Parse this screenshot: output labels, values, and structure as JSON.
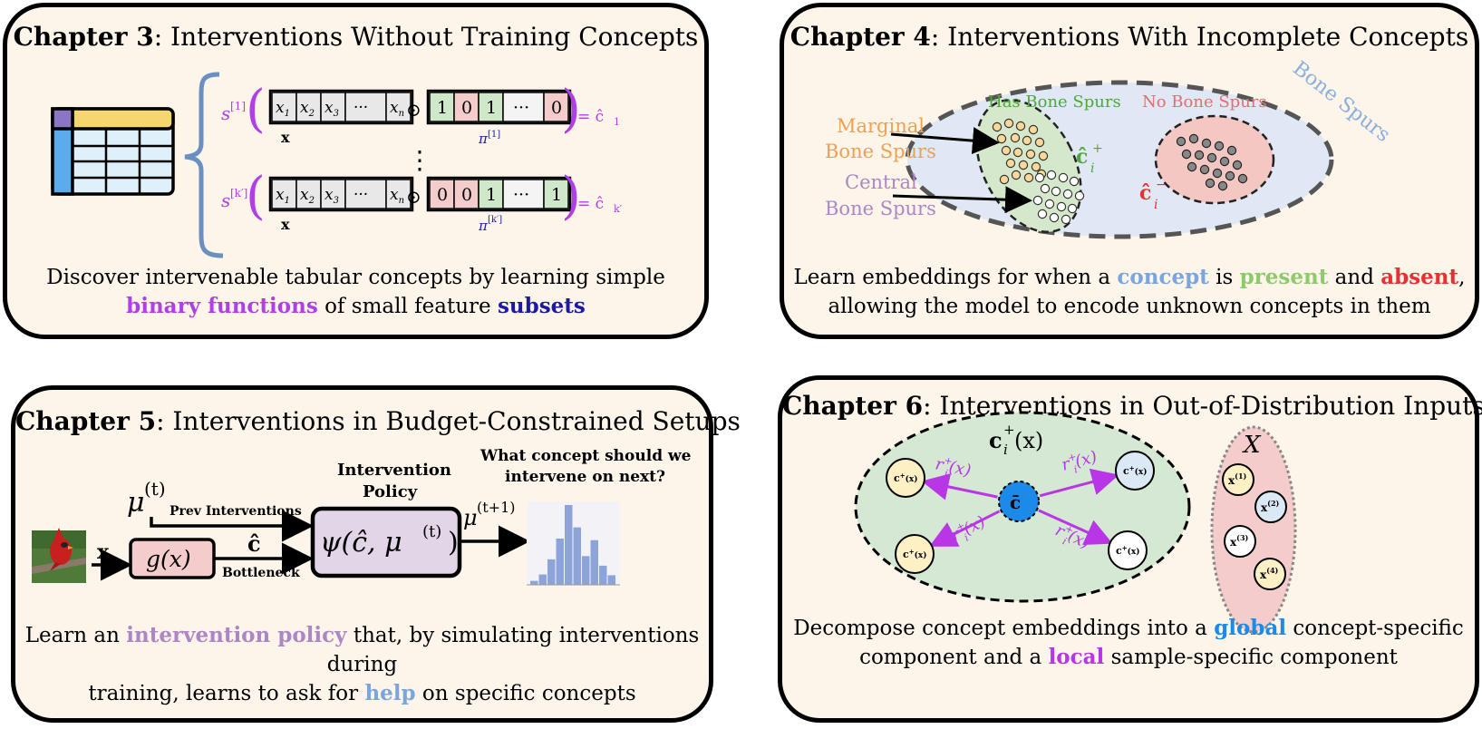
{
  "ch3": {
    "title_bold": "Chapter 3",
    "title_rest": ": Interventions Without Training Concepts",
    "s1": "s",
    "s1_sup": "[1]",
    "sk": "s",
    "sk_sup": "[k′]",
    "features": [
      "x",
      "x",
      "x",
      "···",
      "x"
    ],
    "feature_subs": [
      "1",
      "2",
      "3",
      "",
      "n"
    ],
    "mask1": [
      "1",
      "0",
      "1",
      "···",
      "0"
    ],
    "mask2": [
      "0",
      "0",
      "1",
      "···",
      "1"
    ],
    "x_label": "x",
    "odot": "⊙",
    "pi": "π",
    "pi1_sup": "[1]",
    "pik_sup": "[k′]",
    "out1": "= ĉ",
    "out1_sub": "1",
    "outk": "= ĉ",
    "outk_sub": "k′",
    "vdots": "⋮",
    "cap_line1": "Discover intervenable tabular concepts by learning  simple",
    "cap_hl1": "binary functions",
    "cap_mid": " of small feature ",
    "cap_hl2": "subsets",
    "colors": {
      "table_header": "#f5d76e",
      "table_side": "#5bace8",
      "table_corner": "#8a76c4",
      "table_body": "#dff0fb",
      "purple": "#b040e6",
      "navy": "#1a1aa6",
      "green_cell": "#cfe8c9",
      "red_cell": "#f4cccc"
    }
  },
  "ch4": {
    "title_bold": "Chapter 4",
    "title_rest": ": Interventions With Incomplete Concepts",
    "has_label": "Has Bone Spurs",
    "no_label": "No Bone Spurs",
    "bone_spurs": "Bone Spurs",
    "marginal": [
      "Marginal",
      "Bone Spurs"
    ],
    "central": [
      "Central",
      "Bone Spurs"
    ],
    "c_plus": "ĉ",
    "c_plus_sup": "+",
    "c_plus_sub": "i",
    "c_minus": "ĉ",
    "c_minus_sup": "−",
    "c_minus_sub": "i",
    "cap_a": "Learn embeddings for when a ",
    "cap_concept": "concept",
    "cap_b": " is ",
    "cap_present": "present",
    "cap_c": " and ",
    "cap_absent": "absent",
    "cap_d": ",",
    "cap_line2": "allowing the model to encode unknown concepts in them",
    "colors": {
      "outer": "#dfe8f4",
      "pos": "#d5e8cc",
      "neg": "#f4c7c3",
      "orange": "#f0a050",
      "lavender": "#ad86c6",
      "green_text": "#4fa83a",
      "pink_text": "#e26f6f",
      "sky": "#8ab0dd"
    }
  },
  "ch5": {
    "title_bold": "Chapter 5",
    "title_rest": ": Interventions in Budget-Constrained Setups",
    "mu": "μ",
    "mu_sup": "(t)",
    "prev": "Prev Interventions",
    "x": "x",
    "g": "g(x)",
    "c_hat": "ĉ",
    "bottleneck": "Bottleneck",
    "policy_title": [
      "Intervention",
      "Policy"
    ],
    "psi": "ψ(ĉ, μ",
    "psi_sup": "(t)",
    "psi_end": ")",
    "mu_next": "μ",
    "mu_next_sup": "(t+1)",
    "question": [
      "What concept should we",
      "intervene on next?"
    ],
    "bars": [
      0.05,
      0.13,
      0.32,
      0.58,
      1.0,
      0.72,
      0.36,
      0.56,
      0.24,
      0.12
    ],
    "cap_a": "Learn an ",
    "cap_hl1": "intervention policy",
    "cap_b": " that, by simulating interventions during",
    "cap_c": "training, learns to ask for ",
    "cap_hl2": "help",
    "cap_d": " on specific concepts",
    "colors": {
      "g_box": "#f4cccc",
      "psi_box": "#e1d5e7",
      "bars": "#8da4d8",
      "bird_red": "#c8201e"
    }
  },
  "ch6": {
    "title_bold": "Chapter 6",
    "title_rest": ": Interventions in Out-of-Distribution Inputs",
    "big_label": "c",
    "big_sup": "+",
    "big_sub": "i",
    "big_arg": "(x)",
    "center": "c̄",
    "r": "r",
    "r_arg": "(x)",
    "X": "X",
    "x_nodes": [
      "x",
      "x",
      "x",
      "x"
    ],
    "x_sups": [
      "(1)",
      "(2)",
      "(3)",
      "(4)"
    ],
    "node_label": "c",
    "cap_a": "Decompose concept embeddings into a ",
    "cap_global": "global",
    "cap_b": " concept-specific",
    "cap_c": "component and a ",
    "cap_local": "local",
    "cap_d": " sample-specific component",
    "colors": {
      "big": "#d5e8d4",
      "center": "#1b8ae8",
      "arrow": "#b936e6",
      "node_yellow": "#fdf0c5",
      "node_blue": "#dbe8f6",
      "node_white": "#ffffff",
      "X_fill": "#f4cccc"
    }
  }
}
